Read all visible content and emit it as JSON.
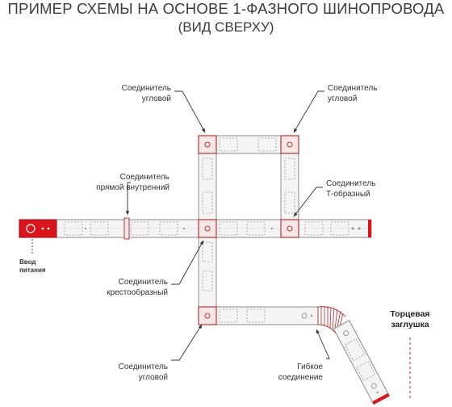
{
  "title": "ПРИМЕР СХЕМЫ НА ОСНОВЕ 1-ФАЗНОГО ШИНОПРОВОДА",
  "subtitle": "(ВИД СВЕРХУ)",
  "labels": {
    "corner_top_left": [
      "Соединитель",
      "угловой"
    ],
    "corner_top_right": [
      "Соединитель",
      "угловой"
    ],
    "straight_internal": [
      "Соединитель",
      "прямой внутренний"
    ],
    "t_connector": [
      "Соединитель",
      "Т-образный"
    ],
    "power_input": [
      "Ввод",
      "питания"
    ],
    "cross_connector": [
      "Соединитель",
      "крестообразный"
    ],
    "corner_bottom": [
      "Соединитель",
      "угловой"
    ],
    "flexible": [
      "Гибкое",
      "соединение"
    ],
    "end_cap": [
      "Торцевая",
      "заглушка"
    ]
  },
  "colors": {
    "accent": "#d9141c",
    "track_fill": "#f4f4f4",
    "track_stroke": "#8c8c8c",
    "connector": "#b03a3a",
    "connector_fill": "#f7e6e6",
    "callout": "#333333"
  }
}
